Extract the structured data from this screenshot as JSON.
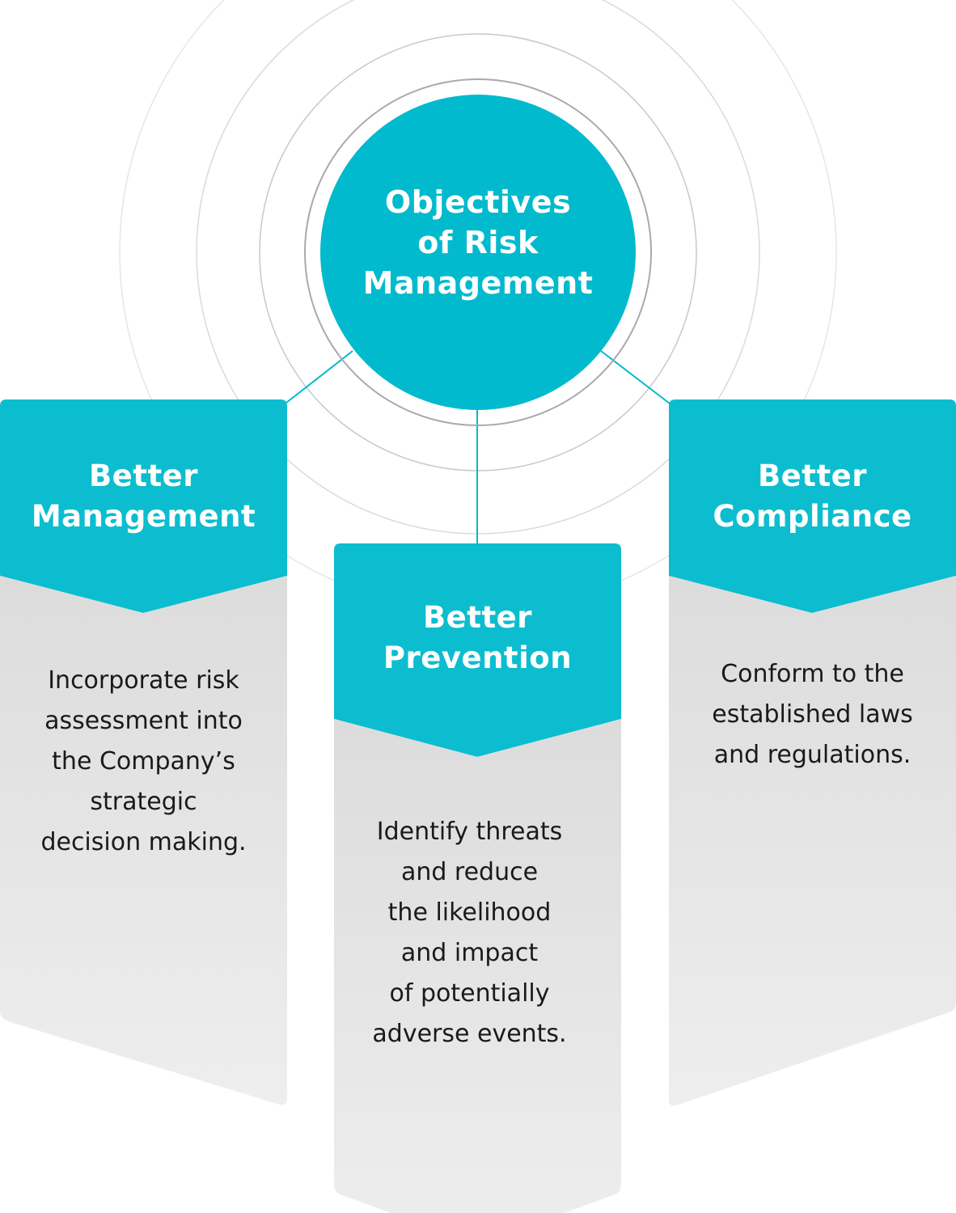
{
  "colors": {
    "accent": "#02bacd",
    "ring": "#b4b4b4",
    "ring_inner": "#a8a8ad",
    "card_body_top": "#dcdcdc",
    "card_body_bottom": "#eeeeee",
    "text_dark": "#1a1a1a",
    "text_light": "#ffffff"
  },
  "hub": {
    "title_lines": [
      "Objectives",
      "of Risk",
      "Management"
    ]
  },
  "cards": [
    {
      "id": "management",
      "title_lines": [
        "Better",
        "Management"
      ],
      "description_lines": [
        "Incorporate risk",
        "assessment into",
        "the Company’s",
        "strategic",
        "decision making."
      ]
    },
    {
      "id": "prevention",
      "title_lines": [
        "Better",
        "Prevention"
      ],
      "description_lines": [
        "Identify threats",
        "and reduce",
        "the likelihood",
        "and impact",
        "of potentially",
        "adverse events."
      ]
    },
    {
      "id": "compliance",
      "title_lines": [
        "Better",
        "Compliance"
      ],
      "description_lines": [
        "Conform to the",
        "established laws",
        "and regulations."
      ]
    }
  ]
}
